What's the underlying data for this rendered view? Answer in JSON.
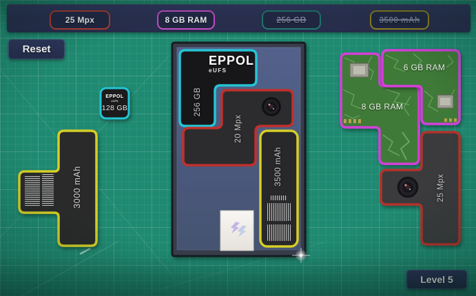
{
  "hud": {
    "requirements": [
      {
        "label": "25 Mpx",
        "state": "pending",
        "outline": "#b23c31"
      },
      {
        "label": "8 GB RAM",
        "state": "pending",
        "outline": "#c94fc9"
      },
      {
        "label": "256 GB",
        "state": "done",
        "outline": "#1f7a6e"
      },
      {
        "label": "3500 mAh",
        "state": "done",
        "outline": "#95841f"
      }
    ],
    "reset_label": "Reset",
    "level_label": "Level 5"
  },
  "phone_board": {
    "placed": {
      "storage_256": {
        "brand": "EPPOL",
        "brand_sub": "eUFS",
        "label": "256 GB",
        "outline": "#25c4d4"
      },
      "camera_20": {
        "label": "20 Mpx",
        "outline": "#c1302b"
      },
      "battery_3500": {
        "label": "3500 mAh",
        "outline": "#d6ce25"
      }
    }
  },
  "bench": {
    "storage_128": {
      "brand": "EPPOL",
      "brand_sub": "eUFS",
      "label": "128 GB",
      "outline": "#25c4d4"
    },
    "battery_3000": {
      "label": "3000 mAh",
      "outline": "#d6ce25"
    },
    "ram_8": {
      "label": "8 GB RAM",
      "outline": "#d43fd9"
    },
    "ram_6": {
      "label": "6 GB RAM",
      "outline": "#d43fd9"
    },
    "camera_25": {
      "label": "25 Mpx",
      "outline": "#b5312b"
    }
  },
  "colors": {
    "background": "#1f8a71",
    "hud_bar": "#2b3152",
    "phone_frame": "#383d49",
    "phone_interior": "#4c5a7d",
    "pcb_green": "#3f7a38",
    "disabled_text": "#7f89a3",
    "bolt_icon": "#b3a4e3"
  }
}
